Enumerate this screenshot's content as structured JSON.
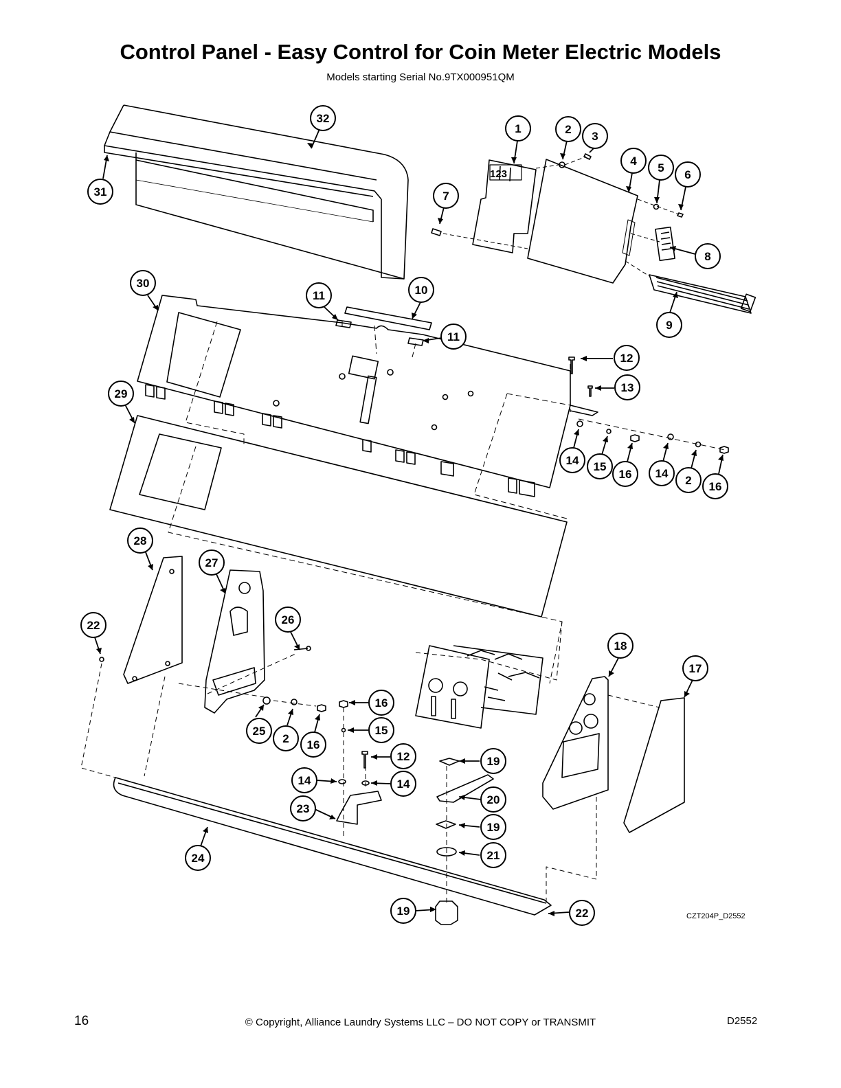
{
  "header": {
    "title": "Control Panel - Easy Control for Coin Meter Electric Models",
    "subtitle": "Models starting Serial No.9TX000951QM"
  },
  "callouts": [
    {
      "key": "c32",
      "label": "32"
    },
    {
      "key": "c31",
      "label": "31"
    },
    {
      "key": "c1",
      "label": "1"
    },
    {
      "key": "c2a",
      "label": "2"
    },
    {
      "key": "c3",
      "label": "3"
    },
    {
      "key": "c4",
      "label": "4"
    },
    {
      "key": "c5",
      "label": "5"
    },
    {
      "key": "c6",
      "label": "6"
    },
    {
      "key": "c7",
      "label": "7"
    },
    {
      "key": "c8",
      "label": "8"
    },
    {
      "key": "c9",
      "label": "9"
    },
    {
      "key": "c30",
      "label": "30"
    },
    {
      "key": "c11a",
      "label": "11"
    },
    {
      "key": "c10",
      "label": "10"
    },
    {
      "key": "c11b",
      "label": "11"
    },
    {
      "key": "c12a",
      "label": "12"
    },
    {
      "key": "c13",
      "label": "13"
    },
    {
      "key": "c29",
      "label": "29"
    },
    {
      "key": "c14a",
      "label": "14"
    },
    {
      "key": "c15a",
      "label": "15"
    },
    {
      "key": "c16a",
      "label": "16"
    },
    {
      "key": "c14b",
      "label": "14"
    },
    {
      "key": "c2b",
      "label": "2"
    },
    {
      "key": "c16b",
      "label": "16"
    },
    {
      "key": "c28",
      "label": "28"
    },
    {
      "key": "c27",
      "label": "27"
    },
    {
      "key": "c22a",
      "label": "22"
    },
    {
      "key": "c26",
      "label": "26"
    },
    {
      "key": "c18",
      "label": "18"
    },
    {
      "key": "c17",
      "label": "17"
    },
    {
      "key": "c16c",
      "label": "16"
    },
    {
      "key": "c25",
      "label": "25"
    },
    {
      "key": "c2c",
      "label": "2"
    },
    {
      "key": "c16d",
      "label": "16"
    },
    {
      "key": "c15b",
      "label": "15"
    },
    {
      "key": "c12b",
      "label": "12"
    },
    {
      "key": "c19a",
      "label": "19"
    },
    {
      "key": "c14c",
      "label": "14"
    },
    {
      "key": "c14d",
      "label": "14"
    },
    {
      "key": "c20",
      "label": "20"
    },
    {
      "key": "c23",
      "label": "23"
    },
    {
      "key": "c19b",
      "label": "19"
    },
    {
      "key": "c21",
      "label": "21"
    },
    {
      "key": "c24",
      "label": "24"
    },
    {
      "key": "c19c",
      "label": "19"
    },
    {
      "key": "c22b",
      "label": "22"
    }
  ],
  "display_digits": "123",
  "figure_code": "CZT204P_D2552",
  "footer": {
    "page_number": "16",
    "copyright": "© Copyright, Alliance Laundry Systems LLC – DO NOT COPY or TRANSMIT",
    "doc_code": "D2552"
  }
}
